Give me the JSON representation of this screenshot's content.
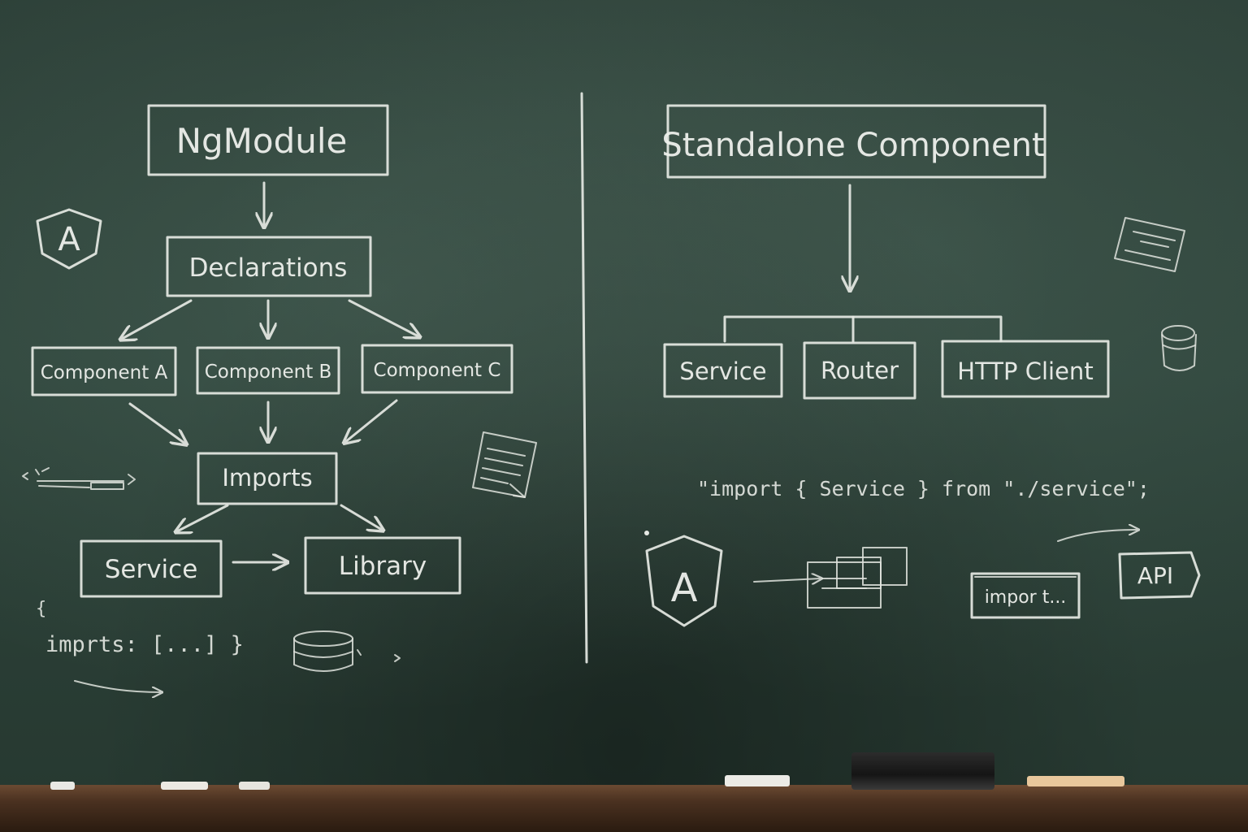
{
  "left": {
    "title": "NgModule",
    "declarations": "Declarations",
    "components": [
      "Component A",
      "Component B",
      "Component C"
    ],
    "imports": "Imports",
    "service": "Service",
    "library": "Library",
    "snippet_brace": "{",
    "snippet": "imprts: [...] }",
    "angular_logo": "A"
  },
  "right": {
    "title": "Standalone Component",
    "providers": [
      "Service",
      "Router",
      "HTTP Client"
    ],
    "import_line": "\"import { Service } from \"./service\";",
    "angular_logo": "A",
    "import_box": "impor t...",
    "api_box": "API"
  },
  "icons": [
    "angular-logo-icon",
    "document-icon",
    "database-icon",
    "code-snippet-icon",
    "window-icon"
  ],
  "colors": {
    "board": "#2e443b",
    "chalk": "#e6e9e4",
    "ledge": "#4a3120"
  }
}
